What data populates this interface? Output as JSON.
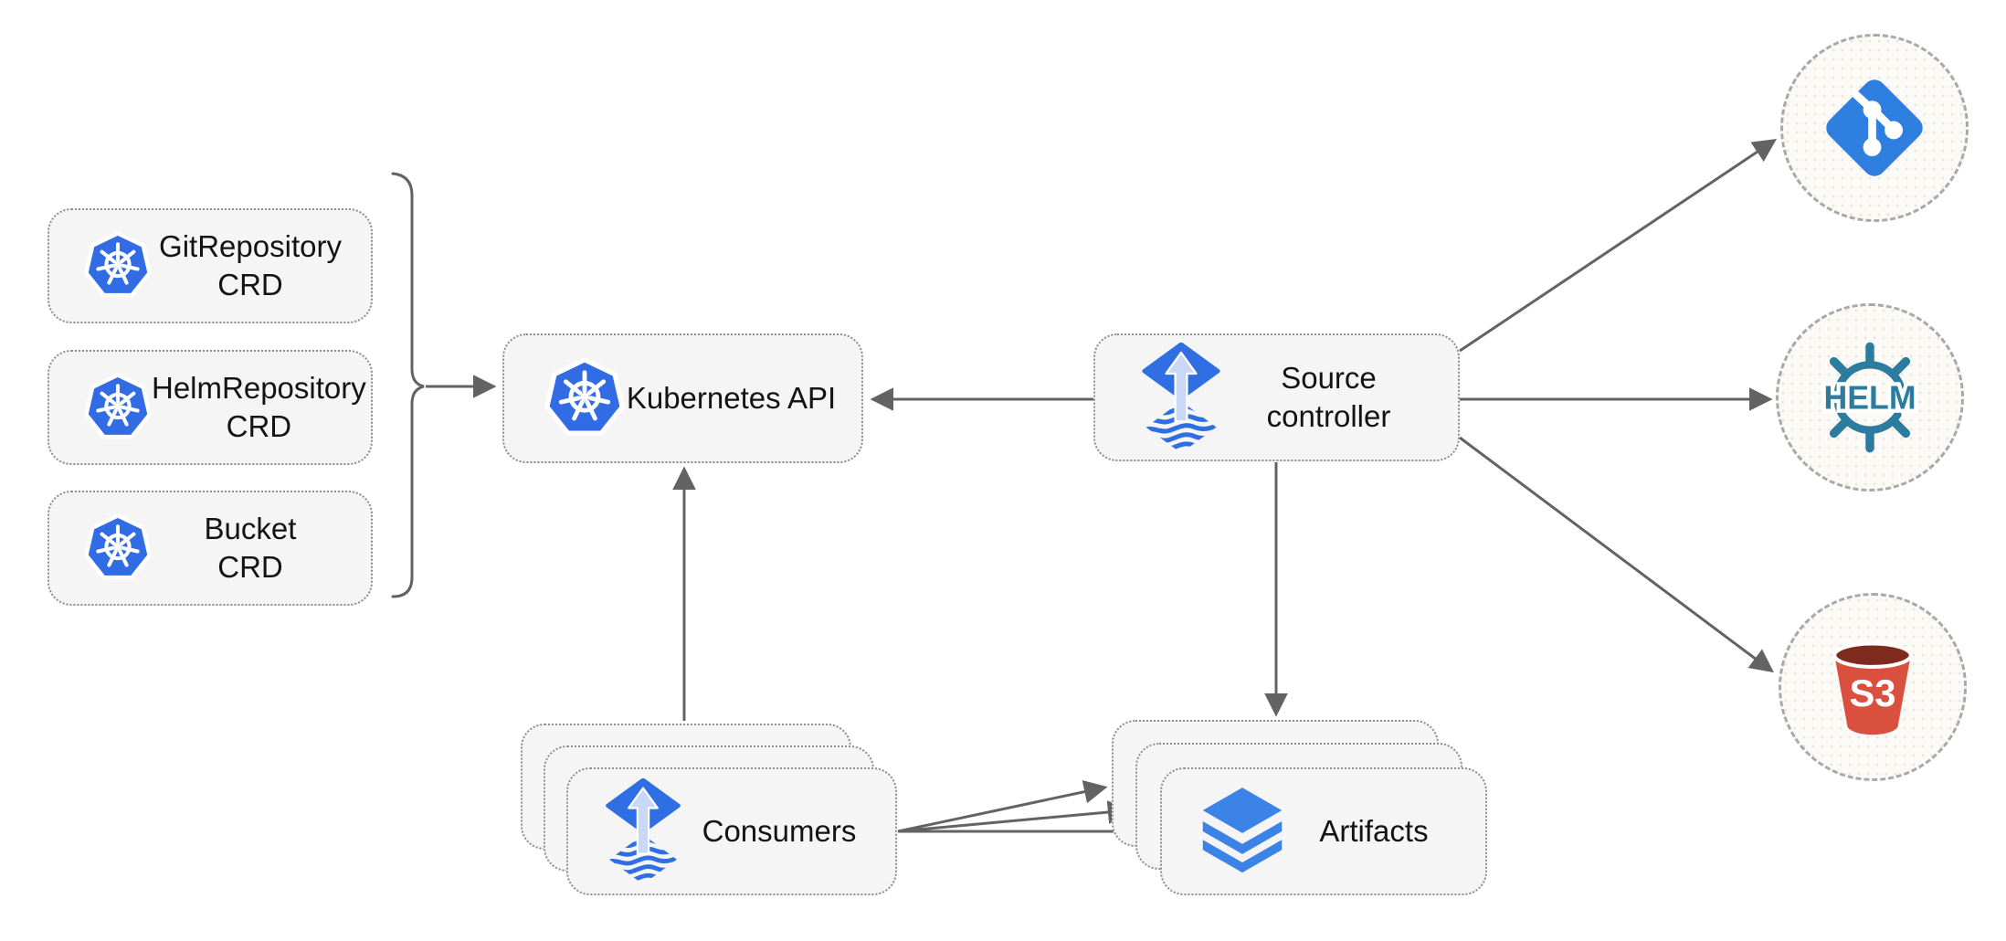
{
  "colors": {
    "background": "#ffffff",
    "text": "#141414",
    "edgeGray": "#636363",
    "boxFill": "#f5f5f5",
    "boxBorder": "#8d8d8d",
    "circleFill": "#fbfaf6",
    "circleBorder": "#a9a9a9",
    "kubernetesBlue": "#326ce5",
    "fluxBlue": "#2f6fe3",
    "fluxArrowLight": "#c9d8f6",
    "artifactBlue": "#3c83e8",
    "gitBlue": "#2f7fe0",
    "helmTeal": "#2b7c9e",
    "s3Red": "#d9503f",
    "s3DarkRed": "#7e2a1e"
  },
  "nodes": {
    "gitRepositoryCrd": {
      "line1": "GitRepository",
      "line2": "CRD",
      "icon": "kubernetes-icon"
    },
    "helmRepositoryCrd": {
      "line1": "HelmRepository",
      "line2": "CRD",
      "icon": "kubernetes-icon"
    },
    "bucketCrd": {
      "line1": "Bucket",
      "line2": "CRD",
      "icon": "kubernetes-icon"
    },
    "kubernetesApi": {
      "label": "Kubernetes API",
      "icon": "kubernetes-icon"
    },
    "sourceController": {
      "line1": "Source",
      "line2": "controller",
      "icon": "flux-icon"
    },
    "consumers": {
      "label": "Consumers",
      "icon": "flux-icon"
    },
    "artifacts": {
      "label": "Artifacts",
      "icon": "layers-icon"
    },
    "gitEndpoint": {
      "icon": "git-icon"
    },
    "helmEndpoint": {
      "icon": "helm-icon",
      "logo_text": "HELM"
    },
    "s3Endpoint": {
      "icon": "s3-bucket-icon",
      "logo_text": "S3"
    }
  },
  "icons": [
    "kubernetes-icon",
    "flux-icon",
    "layers-icon",
    "git-icon",
    "helm-icon",
    "s3-bucket-icon"
  ]
}
